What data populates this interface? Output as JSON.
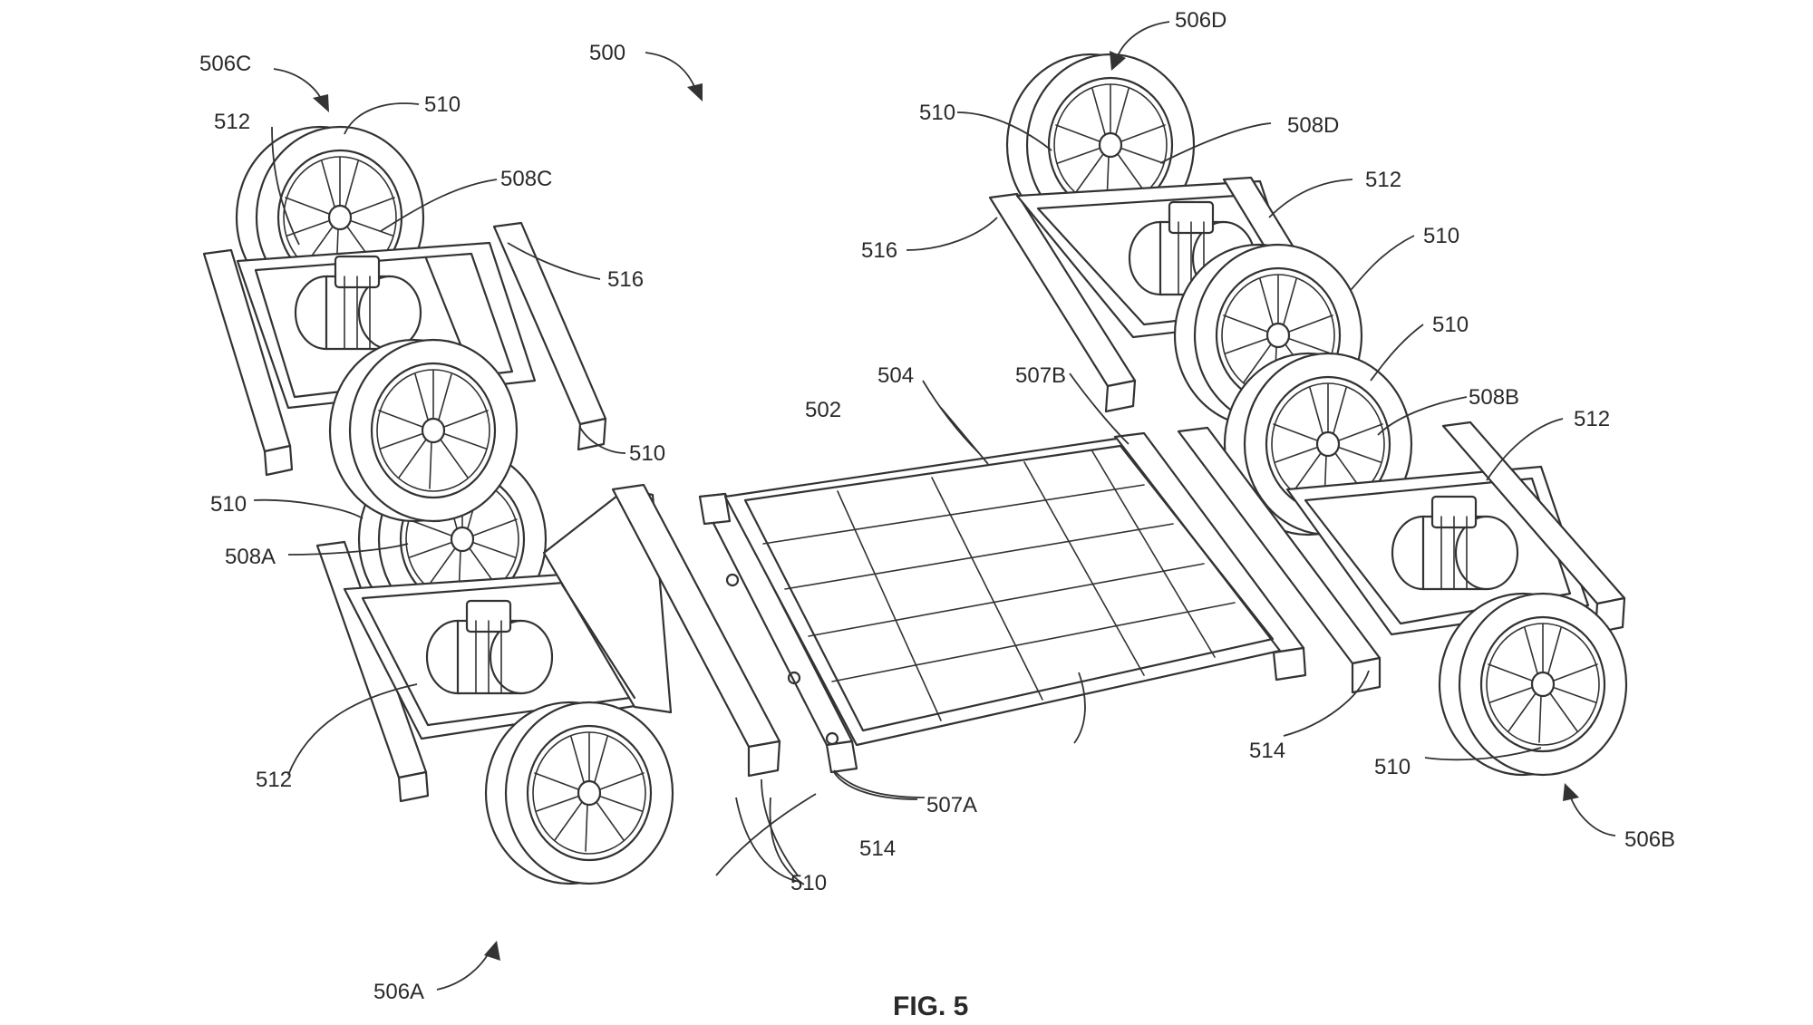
{
  "figure": {
    "caption": "FIG. 5",
    "labels": {
      "l500": "500",
      "l502": "502",
      "l504": "504",
      "l506A": "506A",
      "l506B": "506B",
      "l506C": "506C",
      "l506D": "506D",
      "l507A": "507A",
      "l507B": "507B",
      "l508A": "508A",
      "l508B": "508B",
      "l508C": "508C",
      "l508D": "508D",
      "l510": "510",
      "l512": "512",
      "l514": "514",
      "l516": "516"
    }
  }
}
